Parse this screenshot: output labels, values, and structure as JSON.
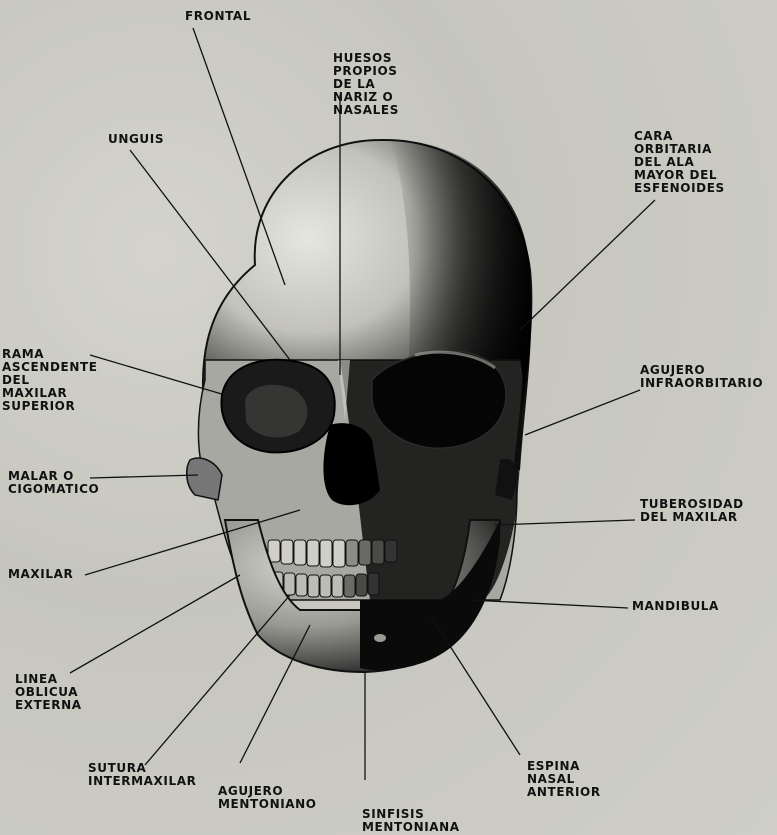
{
  "labels": {
    "frontal": "FRONTAL",
    "huesos_propios": "HUESOS\nPROPIOS\nDE LA\nNARIZ O\nNASALES",
    "unguis": "UNGUIS",
    "cara_orbitaria": "CARA\nORBITARIA\nDEL ALA\nMAYOR DEL\nESFENOIDES",
    "rama_ascendente": "RAMA\nASCENDENTE\nDEL\nMAXILAR\nSUPERIOR",
    "agujero_infraorbitario": "AGUJERO\nINFRAORBITARIO",
    "malar": "MALAR O\nCIGOMATICO",
    "tuberosidad": "TUBEROSIDAD\nDEL MAXILAR",
    "maxilar": "MAXILAR",
    "mandibula": "MANDIBULA",
    "linea_oblicua": "LINEA\nOBLICUA\nEXTERNA",
    "sutura_intermaxilar": "SUTURA\nINTERMAXILAR",
    "agujero_mentoniano": "AGUJERO\nMENTONIANO",
    "sinfisis": "SINFISIS\nMENTONIANA",
    "espina_nasal": "ESPINA\nNASAL\nANTERIOR"
  }
}
